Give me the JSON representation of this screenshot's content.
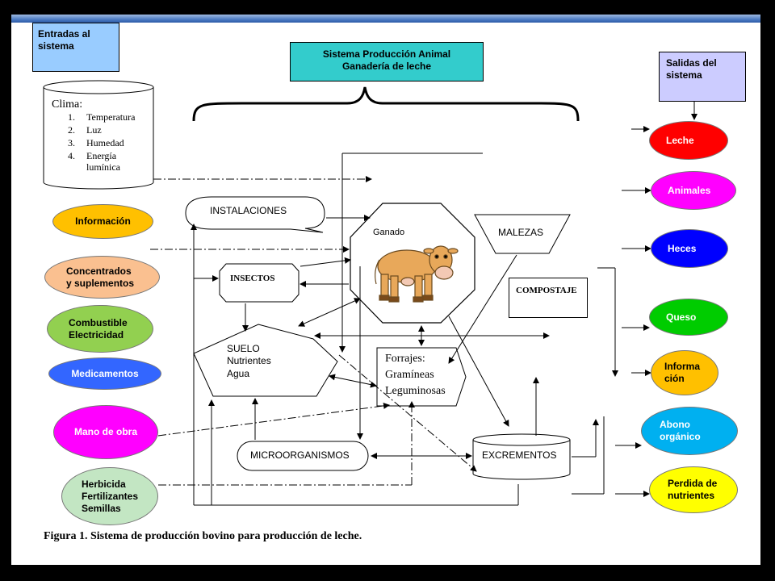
{
  "header": {
    "inputs_title": "Entradas al sistema",
    "system_title_line1": "Sistema Producción Animal",
    "system_title_line2": "Ganadería de leche",
    "outputs_title": "Salidas del sistema"
  },
  "climate": {
    "title": "Clima:",
    "items": [
      "Temperatura",
      "Luz",
      "Humedad",
      "Energía lumínica"
    ]
  },
  "inputs": [
    {
      "label": "Información",
      "color": "#ffc000"
    },
    {
      "label": "Concentrados y suplementos",
      "color": "#fac090"
    },
    {
      "label": "Combustible Electricidad",
      "color": "#92d050"
    },
    {
      "label": "Medicamentos",
      "color": "#3366ff"
    },
    {
      "label": "Mano de obra",
      "color": "#ff00ff"
    },
    {
      "label": "Herbicida Fertilizantes Semillas",
      "color": "#c3e6c3"
    }
  ],
  "outputs": [
    {
      "label": "Leche",
      "color": "#ff0000"
    },
    {
      "label": "Animales",
      "color": "#ff00ff"
    },
    {
      "label": "Heces",
      "color": "#0000ff"
    },
    {
      "label": "Queso",
      "color": "#00cc00"
    },
    {
      "label": "Informa ción",
      "color": "#ffc000"
    },
    {
      "label": "Abono orgánico",
      "color": "#00b0f0"
    },
    {
      "label": "Perdida de nutrientes",
      "color": "#ffff00"
    }
  ],
  "components": {
    "instalaciones": "INSTALACIONES",
    "ganado": "Ganado",
    "malezas": "MALEZAS",
    "insectos": "INSECTOS",
    "compostaje": "COMPOSTAJE",
    "suelo_line1": "SUELO",
    "suelo_line2": "Nutrientes",
    "suelo_line3": "Agua",
    "forrajes_line1": "Forrajes:",
    "forrajes_line2": "Gramíneas",
    "forrajes_line3": "Leguminosas",
    "microorganismos": "MICROORGANISMOS",
    "excrementos": "EXCREMENTOS"
  },
  "caption": "Figura 1. Sistema de producción bovino para producción de leche."
}
